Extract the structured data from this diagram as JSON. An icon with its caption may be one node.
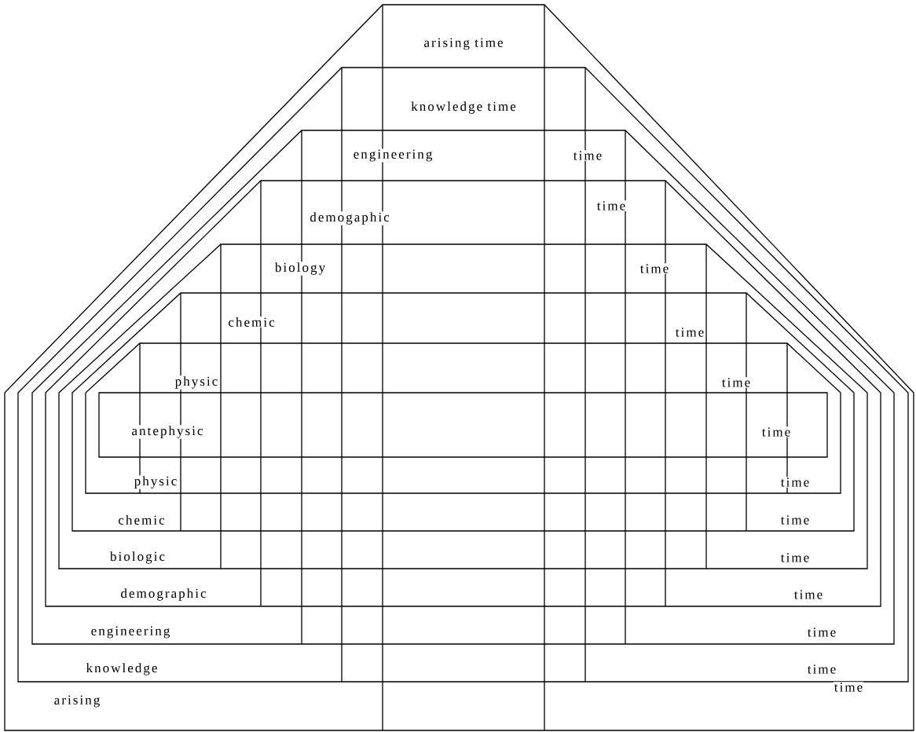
{
  "diagram": {
    "nodes": [
      {
        "text": [
          "arising time",
          "arising",
          "time"
        ]
      },
      {
        "text": [
          "knowledge time",
          "knowledge",
          "time"
        ],
        "in": 0
      },
      {
        "text": [
          "engineering",
          "time",
          "engineering",
          "time"
        ],
        "in": 1
      },
      {
        "text": [
          "demogaphic",
          "time",
          "demographic",
          "time"
        ],
        "in": 2
      },
      {
        "text": [
          "biology",
          "time",
          "biologic",
          "time"
        ],
        "in": 3
      },
      {
        "text": [
          "chemic",
          "time",
          "chemic",
          "time"
        ],
        "in": 4
      },
      {
        "text": [
          "physic",
          "time",
          "physic",
          "time"
        ],
        "in": 5
      },
      {
        "text": [
          "antephysic",
          "time"
        ],
        "in": 6
      }
    ]
  }
}
